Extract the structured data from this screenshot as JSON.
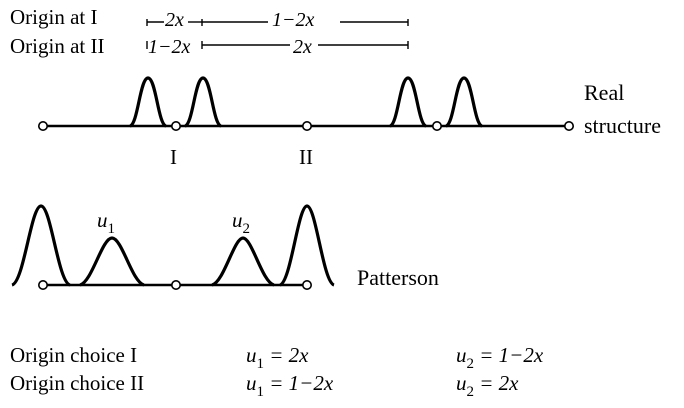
{
  "header_lines": [
    {
      "label": "Origin at I",
      "seg1": "2x",
      "seg2": "1−2x"
    },
    {
      "label": "Origin at II",
      "seg1": "1−2x",
      "seg2": "2x"
    }
  ],
  "real": {
    "label_line1": "Real",
    "label_line2": "structure",
    "marker_I": "I",
    "marker_II": "II"
  },
  "patterson": {
    "label": "Patterson",
    "u1": "u",
    "u1_sub": "1",
    "u2": "u",
    "u2_sub": "2"
  },
  "table": {
    "rows": [
      {
        "choice": "Origin choice I",
        "u1_lhs": "u",
        "u1_sub": "1",
        "u1_rhs": " = 2x",
        "u2_lhs": "u",
        "u2_sub": "2",
        "u2_rhs": " = 1−2x"
      },
      {
        "choice": "Origin choice II",
        "u1_lhs": "u",
        "u1_sub": "1",
        "u1_rhs": " = 1−2x",
        "u2_lhs": "u",
        "u2_sub": "2",
        "u2_rhs": " = 2x"
      }
    ]
  }
}
